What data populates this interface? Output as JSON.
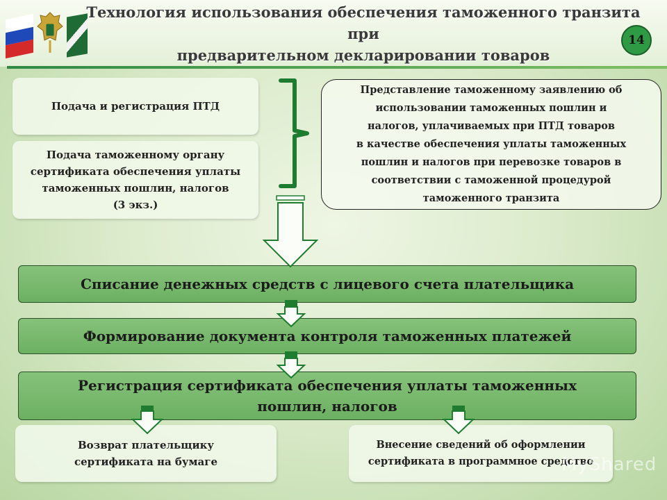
{
  "header": {
    "title_line1": "Технология использования обеспечения таможенного транзита при",
    "title_line2": "предварительном декларировании товаров",
    "page_number": "14"
  },
  "left_boxes": [
    {
      "text": "Подача и регистрация  ПТД"
    },
    {
      "lines": [
        "Подача таможенному органу",
        "сертификата обеспечения уплаты",
        "таможенных пошлин, налогов",
        "(3 экз.)"
      ]
    }
  ],
  "right_box": {
    "lines": [
      "Представление таможенному заявлению об",
      "использовании таможенных пошлин и",
      "налогов, уплачиваемых при ПТД товаров",
      "в качестве обеспечения уплаты таможенных",
      "пошлин и налогов при перевозке товаров в",
      "соответствии с таможенной процедурой",
      "таможенного транзита"
    ]
  },
  "steps": [
    {
      "text": "Списание денежных средств с лицевого счета плательщика"
    },
    {
      "text": "Формирование документа контроля таможенных платежей"
    },
    {
      "line1": "Регистрация сертификата обеспечения уплаты таможенных",
      "line2": "пошлин, налогов"
    }
  ],
  "bottom_boxes": [
    {
      "line1": "Возврат плательщику",
      "line2": "сертификата  на бумаге"
    },
    {
      "line1": "Внесение  сведений  об оформлении",
      "line2": "сертификата  в программное средство"
    }
  ],
  "watermark": "MyShared",
  "colors": {
    "accent_green": "#2e9a44",
    "bar_green": "#6cb062",
    "dark_green": "#1c7a2f"
  }
}
